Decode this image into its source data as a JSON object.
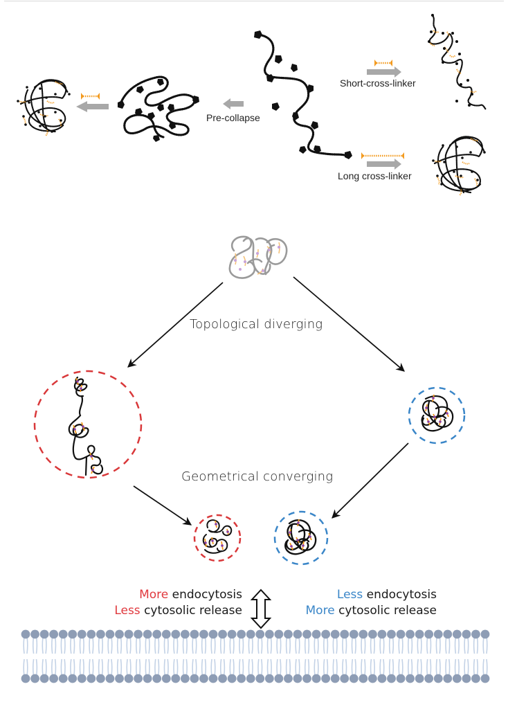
{
  "figure": {
    "top_panel": {
      "labels": {
        "pre_collapse": "Pre-collapse",
        "short_cross_linker": "Short-cross-linker",
        "long_cross_linker": "Long cross-linker"
      },
      "icons": [
        "polymer-chain-extended",
        "polymer-chain-precollapsed",
        "polymer-crosslinked-short",
        "polymer-crosslinked-long",
        "crosslinker-short-icon",
        "crosslinker-long-icon",
        "arrow-right-icon",
        "arrow-left-icon"
      ]
    },
    "middle_panel": {
      "topological_label": "Topological diverging",
      "geometrical_label": "Geometrical converging",
      "colors": {
        "red_circle": "#d9383a",
        "blue_circle": "#3a86c8",
        "crosslink_orange": "#f39a1e",
        "crosslink_purple": "#8a3fa0",
        "precursor_gray": "#9a9a9a"
      }
    },
    "bottom_panel": {
      "left": {
        "line1_highlight": "More",
        "line1_rest": " endocytosis",
        "line2_highlight": "Less",
        "line2_rest": " cytosolic release"
      },
      "right": {
        "line1_highlight": "Less",
        "line1_rest": " endocytosis",
        "line2_highlight": "More",
        "line2_rest": " cytosolic release"
      },
      "colors": {
        "red_text": "#e0393e",
        "blue_text": "#3a86c8",
        "lipid_head": "#8e9db5",
        "lipid_tail": "#c3d2e6"
      },
      "lipid_heads_per_row": 50
    }
  }
}
